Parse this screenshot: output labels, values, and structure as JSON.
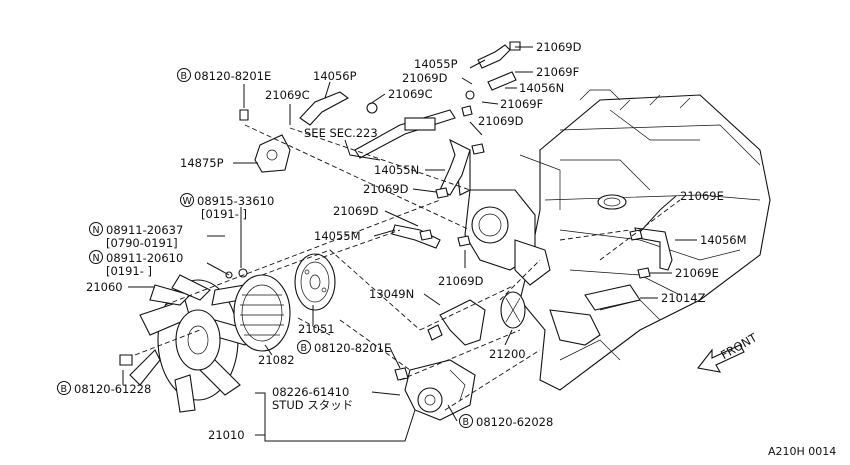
{
  "callouts": {
    "p21069D_top": "21069D",
    "p14055P": "14055P",
    "p21069D_b": "21069D",
    "p21069F_a": "21069F",
    "p14056N": "14056N",
    "p21069F_b": "21069F",
    "p08120_8201E_top": "08120-8201E",
    "p14056P": "14056P",
    "p21069C_a": "21069C",
    "p21069C_b": "21069C",
    "see_sec": "SEE SEC.223",
    "p21069D_c": "21069D",
    "p14875P": "14875P",
    "p14055N": "14055N",
    "p21069D_d": "21069D",
    "p08915_33610": "08915-33610",
    "p0191_a": "[0191-    ]",
    "p21069D_e": "21069D",
    "p21069E_a": "21069E",
    "p08911_20637": "08911-20637",
    "p0790_0191": "[0790-0191]",
    "p14055M": "14055M",
    "p14056M": "14056M",
    "p08911_20610": "08911-20610",
    "p0191_b": "[0191-    ]",
    "p21069D_f": "21069D",
    "p21069E_b": "21069E",
    "p21060": "21060",
    "p13049N": "13049N",
    "p21014Z": "21014Z",
    "p21051": "21051",
    "p08120_8201E_mid": "08120-8201E",
    "p21082": "21082",
    "p21200": "21200",
    "p08120_61228": "08120-61228",
    "p08226_61410": "08226-61410",
    "stud": "STUD スタッド",
    "p21010": "21010",
    "p08120_62028": "08120-62028",
    "front": "FRONT",
    "page_code": "A210H 0014"
  },
  "prefix_letters": {
    "bolt": "B",
    "washer": "W",
    "nut": "N"
  }
}
